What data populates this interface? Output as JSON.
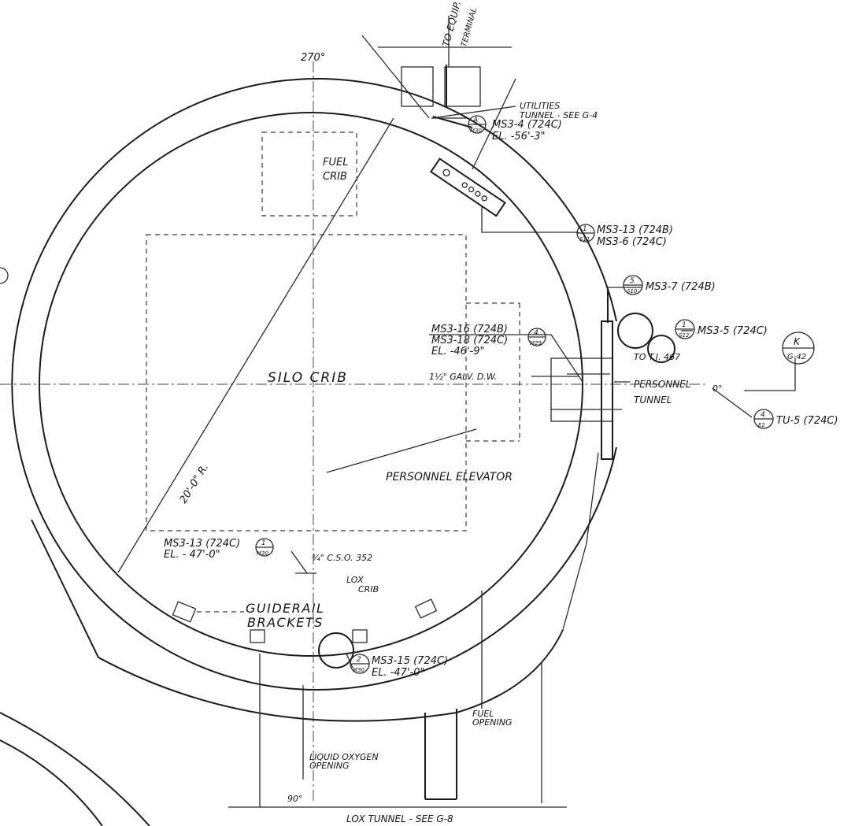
{
  "labels": {
    "angle_270": "270°",
    "angle_90": "90°",
    "to_equip_terminal_1": "TO EQUIP.",
    "to_equip_terminal_2": "TERMINAL",
    "utilities_tunnel_1": "UTILITIES",
    "utilities_tunnel_2": "TUNNEL - SEE G-4",
    "fuel_crib_1": "FUEL",
    "fuel_crib_2": "CRIB",
    "silo_crib": "SILO CRIB",
    "personnel_elevator": "PERSONNEL ELEVATOR",
    "radius": "20'-0\" R.",
    "galv_dw": "1½\" GALV. D.W.",
    "personnel_tunnel_1": "PERSONNEL",
    "personnel_tunnel_2": "TUNNEL",
    "to_tj": "TO T.J. 467",
    "angle_0": "0°",
    "cso": "¾\" C.S.O. 352",
    "lox_crib_1": "LOX",
    "lox_crib_2": "CRIB",
    "guiderail_1": "GUIDERAIL",
    "guiderail_2": "BRACKETS",
    "fuel_opening_1": "FUEL",
    "fuel_opening_2": "OPENING",
    "lox_opening_1": "LIQUID OXYGEN",
    "lox_opening_2": "OPENING",
    "lox_tunnel": "LOX TUNNEL - SEE G-8"
  },
  "callouts": {
    "ms3_4": {
      "top": "A",
      "bottom": "M30",
      "line1": "MS3-4 (724C)",
      "line2": "EL. -56'-3\""
    },
    "ms3_13_6": {
      "top": "1",
      "bottom": "S11",
      "line1": "MS3-13 (724B)",
      "line2": "MS3-6 (724C)"
    },
    "ms3_7": {
      "top": "5",
      "bottom": "S10",
      "line1": "MS3-7 (724B)"
    },
    "ms3_16_18": {
      "top": "4",
      "bottom": "M29",
      "line1": "MS3-16 (724B)",
      "line2": "MS3-18 (724C)",
      "line3": "EL. -46'-9\""
    },
    "ms3_5": {
      "top": "1",
      "bottom": "S12",
      "line1": "MS3-5 (724C)"
    },
    "k_g42": {
      "top": "K",
      "bottom": "G-42"
    },
    "tu_5": {
      "top": "4",
      "bottom": "E2",
      "line1": "TU-5 (724C)"
    },
    "ms3_13_724c": {
      "top": "1",
      "bottom": "M30",
      "line1": "MS3-13 (724C)",
      "line2": "EL. - 47'-0\""
    },
    "ms3_15": {
      "top": "2",
      "bottom": "M30",
      "line1": "MS3-15 (724C)",
      "line2": "EL. -47'-0\""
    }
  }
}
